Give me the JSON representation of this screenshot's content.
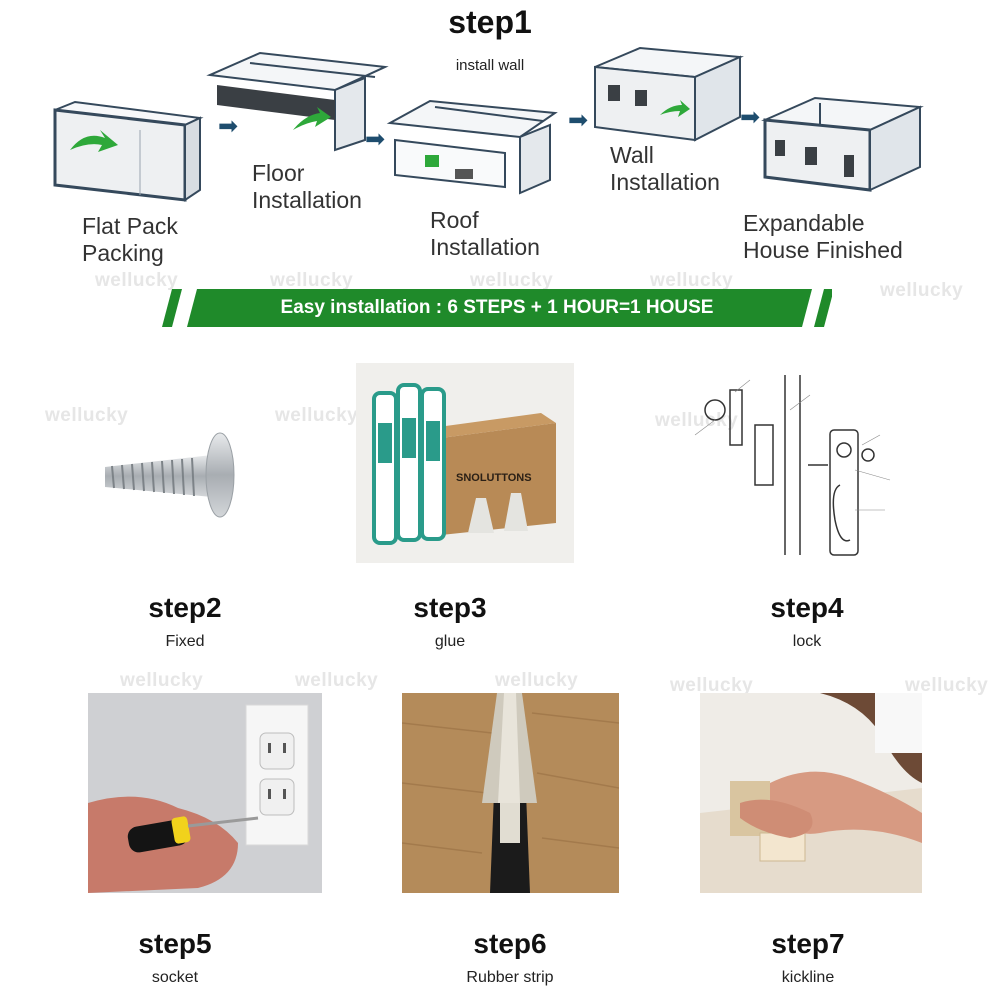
{
  "step1": {
    "title": "step1",
    "subtitle": "install wall"
  },
  "stages": [
    {
      "label": "Flat Pack\nPacking"
    },
    {
      "label": "Floor\nInstallation"
    },
    {
      "label": "Roof\nInstallation"
    },
    {
      "label": "Wall\nInstallation"
    },
    {
      "label": "Expandable\nHouse Finished"
    }
  ],
  "banner": {
    "text": "Easy installation : 6 STEPS + 1 HOUR=1 HOUSE"
  },
  "steps": [
    {
      "title": "step2",
      "subtitle": "Fixed"
    },
    {
      "title": "step3",
      "subtitle": "glue"
    },
    {
      "title": "step4",
      "subtitle": "lock"
    },
    {
      "title": "step5",
      "subtitle": "socket"
    },
    {
      "title": "step6",
      "subtitle": "Rubber strip"
    },
    {
      "title": "step7",
      "subtitle": "kickline"
    }
  ],
  "glue_box_text": "SNOLUTTONS",
  "watermark": "wellucky",
  "colors": {
    "banner_green": "#1f8a2a",
    "arrow_blue": "#1e4d6e",
    "house_gray": "#eef0f2",
    "house_trim": "#35495c"
  }
}
